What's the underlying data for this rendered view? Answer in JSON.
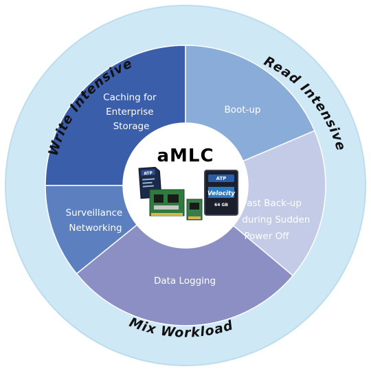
{
  "diagram": {
    "center_title": "aMLC",
    "ring_labels": {
      "left": "Write Intensive",
      "right": "Read Intensive",
      "bottom": "Mix Workload"
    },
    "segments": [
      {
        "id": "caching",
        "lines": [
          "Caching for",
          "Enterprise",
          "Storage"
        ],
        "color": "#3b5eab"
      },
      {
        "id": "bootup",
        "lines": [
          "Boot-up"
        ],
        "color": "#8aacd9"
      },
      {
        "id": "backup",
        "lines": [
          "Fast Back-up",
          "during Sudden",
          "Power Off"
        ],
        "color": "#c4cbe6"
      },
      {
        "id": "logging",
        "lines": [
          "Data Logging"
        ],
        "color": "#8b8fc4"
      },
      {
        "id": "surveillance",
        "lines": [
          "Surveillance",
          "Networking"
        ],
        "color": "#5b7fbf"
      }
    ],
    "ring_color": "#cfe8f6",
    "products": {
      "ssd_brand": "ATP",
      "ssd_name": "Velocity",
      "ssd_capacity": "64 GB",
      "sd_brand": "ATP",
      "chip_icon": "memory-module-icon"
    }
  }
}
